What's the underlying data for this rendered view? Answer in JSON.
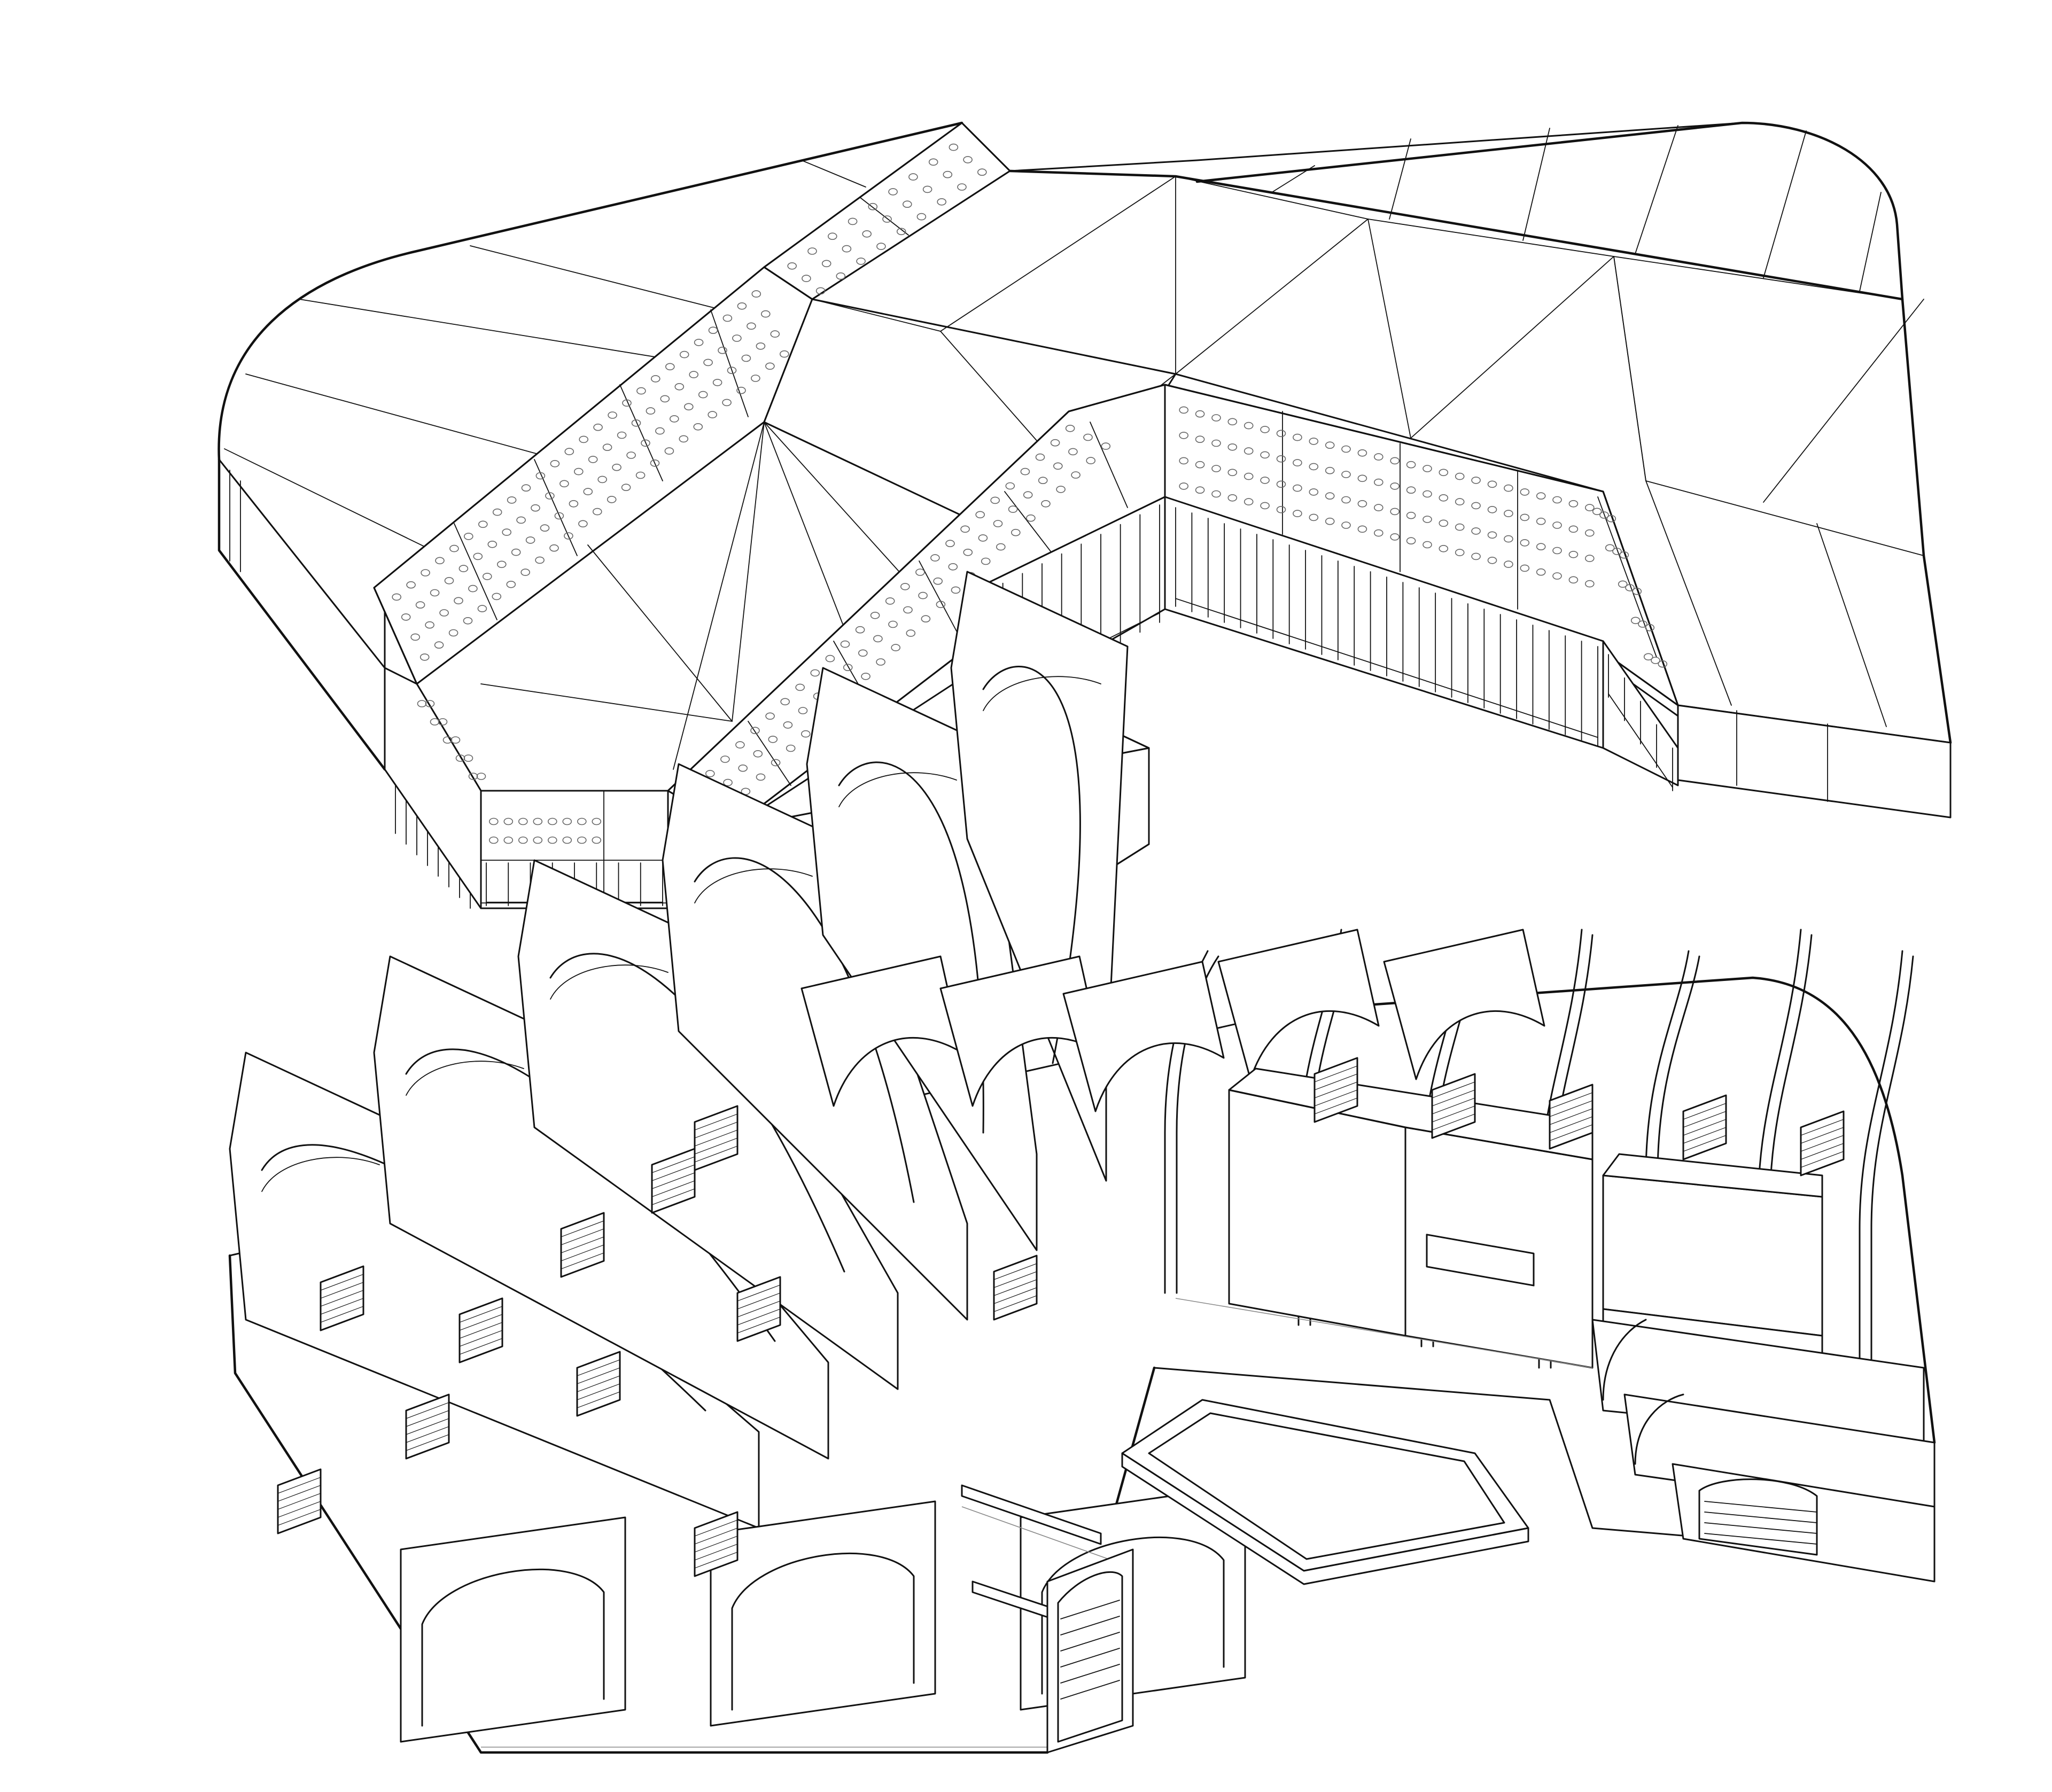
{
  "drawing": {
    "kind": "axonometric",
    "views": [
      "building-exterior-roof",
      "interior-structure-exploded"
    ],
    "colors": {
      "line": "#111111",
      "background": "#ffffff",
      "secondary-line": "#8a8a8a"
    }
  }
}
